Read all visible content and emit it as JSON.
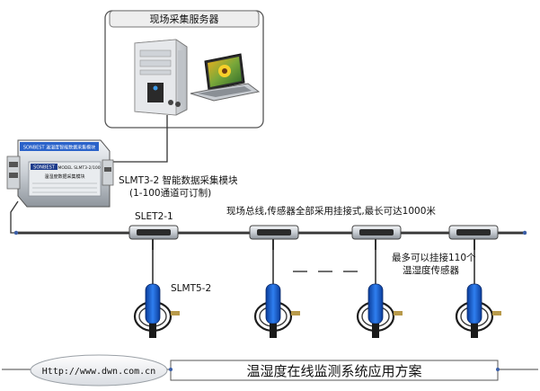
{
  "server": {
    "label": "现场采集服务器"
  },
  "collector": {
    "model": "SLMT3-2 智能数据采集模块",
    "channels": "(1-100通道可订制)",
    "device_brand": "SONBEST",
    "device_model": "MODEL SLMT3-2/100",
    "device_name": "温湿度数据采集模块",
    "top_strip": "SONBEST  温湿度智能数据采集模块"
  },
  "bus": {
    "splitter_label": "SLET2-1",
    "description": "现场总线,传感器全部采用挂接式,最长可达1000米",
    "capacity_line1": "最多可以挂接110个",
    "capacity_line2": "温湿度传感器"
  },
  "sensor": {
    "label": "SLMT5-2"
  },
  "footer": {
    "url": "Http://www.dwn.com.cn",
    "title": "温湿度在线监测系统应用方案"
  }
}
